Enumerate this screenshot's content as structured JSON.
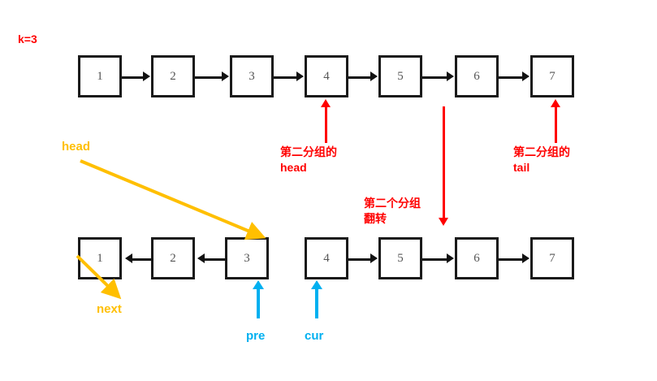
{
  "diagram": {
    "title_label": "k=3",
    "colors": {
      "node_border": "#1a1a1a",
      "link": "#111111",
      "red": "#ff0000",
      "orange": "#ffbf00",
      "cyan": "#00b0f0",
      "background": "#ffffff"
    },
    "top_row": {
      "nodes": [
        {
          "value": "1"
        },
        {
          "value": "2"
        },
        {
          "value": "3"
        },
        {
          "value": "4"
        },
        {
          "value": "5"
        },
        {
          "value": "6"
        },
        {
          "value": "7"
        }
      ],
      "arrow_direction": "right"
    },
    "bottom_row": {
      "reversed_group": {
        "nodes": [
          {
            "value": "1"
          },
          {
            "value": "2"
          },
          {
            "value": "3"
          }
        ],
        "arrow_direction": "left"
      },
      "remaining_group": {
        "nodes": [
          {
            "value": "4"
          },
          {
            "value": "5"
          },
          {
            "value": "6"
          },
          {
            "value": "7"
          }
        ],
        "arrow_direction": "right"
      }
    },
    "annotations": {
      "second_group_head": "第二分组的\nhead",
      "second_group_tail": "第二分组的\ntail",
      "second_group_reverse": "第二个分组\n翻转",
      "head_pointer": "head",
      "next_pointer": "next",
      "pre_pointer": "pre",
      "cur_pointer": "cur"
    }
  }
}
